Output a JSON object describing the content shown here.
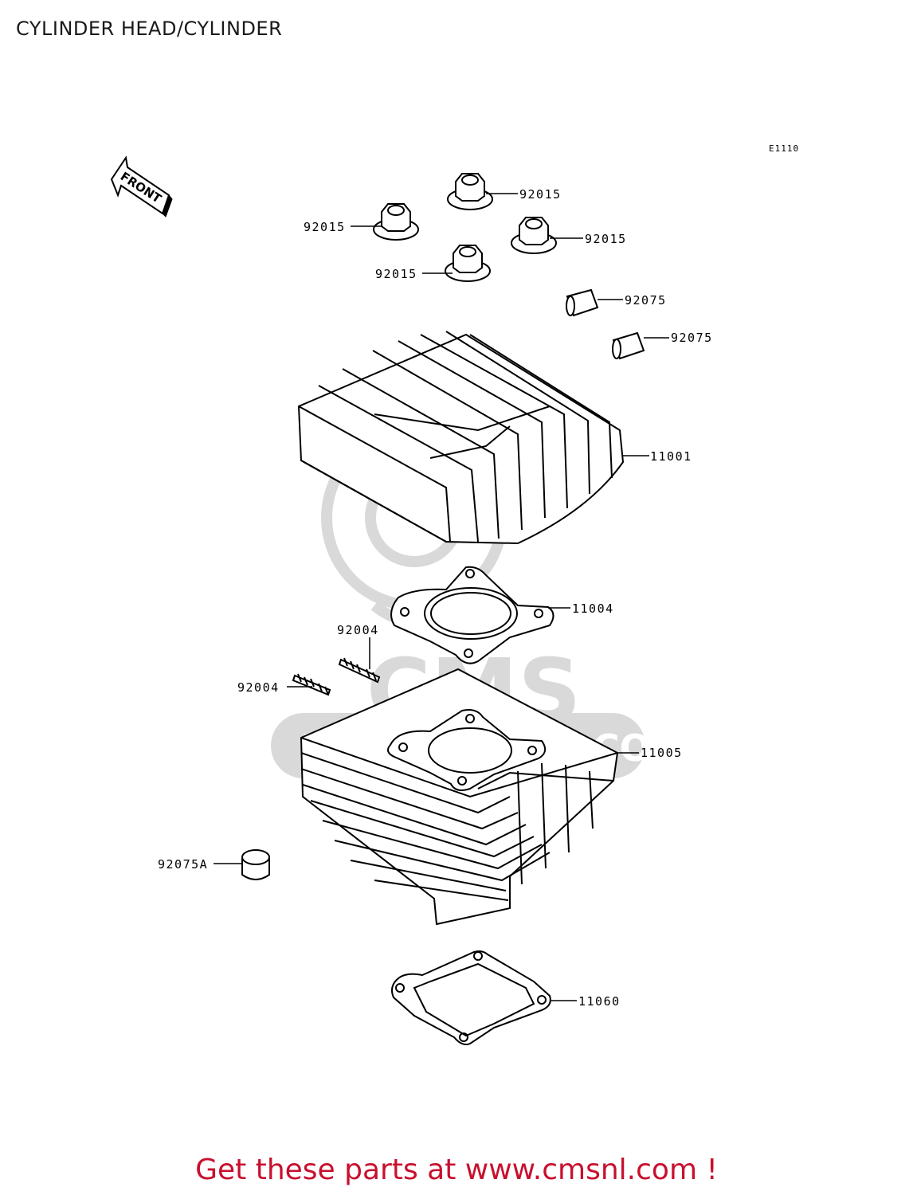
{
  "title": "CYLINDER HEAD/CYLINDER",
  "diagram_ref": "E1110",
  "front_indicator": "FRONT",
  "watermark": {
    "brand": "CMS",
    "url": "WWW.CMSNL.COM",
    "color": "#d9d9d9"
  },
  "parts": [
    {
      "id": "nut-top",
      "label": "92015"
    },
    {
      "id": "nut-left",
      "label": "92015"
    },
    {
      "id": "nut-right",
      "label": "92015"
    },
    {
      "id": "nut-bottom",
      "label": "92015"
    },
    {
      "id": "dowel-1",
      "label": "92075"
    },
    {
      "id": "dowel-2",
      "label": "92075"
    },
    {
      "id": "cylinder-head",
      "label": "11001"
    },
    {
      "id": "head-gasket",
      "label": "11004"
    },
    {
      "id": "stud-1",
      "label": "92004"
    },
    {
      "id": "stud-2",
      "label": "92004"
    },
    {
      "id": "cylinder",
      "label": "11005"
    },
    {
      "id": "dowel-a",
      "label": "92075A"
    },
    {
      "id": "base-gasket",
      "label": "11060"
    }
  ],
  "footer": {
    "text": "Get these parts at www.cmsnl.com !",
    "color": "#c8102e"
  }
}
